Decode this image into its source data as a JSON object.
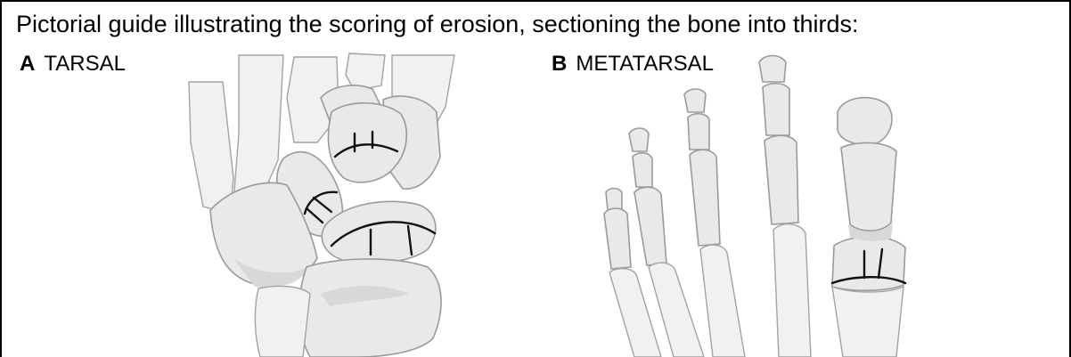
{
  "caption": "Pictorial guide illustrating the scoring of erosion, sectioning the bone into thirds:",
  "panels": [
    {
      "letter": "A",
      "title": "TARSAL"
    },
    {
      "letter": "B",
      "title": "METATARSAL"
    }
  ],
  "colors": {
    "bone_fill": "#e9e9e9",
    "bone_outline": "#9a9a9a",
    "score_lines": "#111111",
    "border": "#000000"
  }
}
